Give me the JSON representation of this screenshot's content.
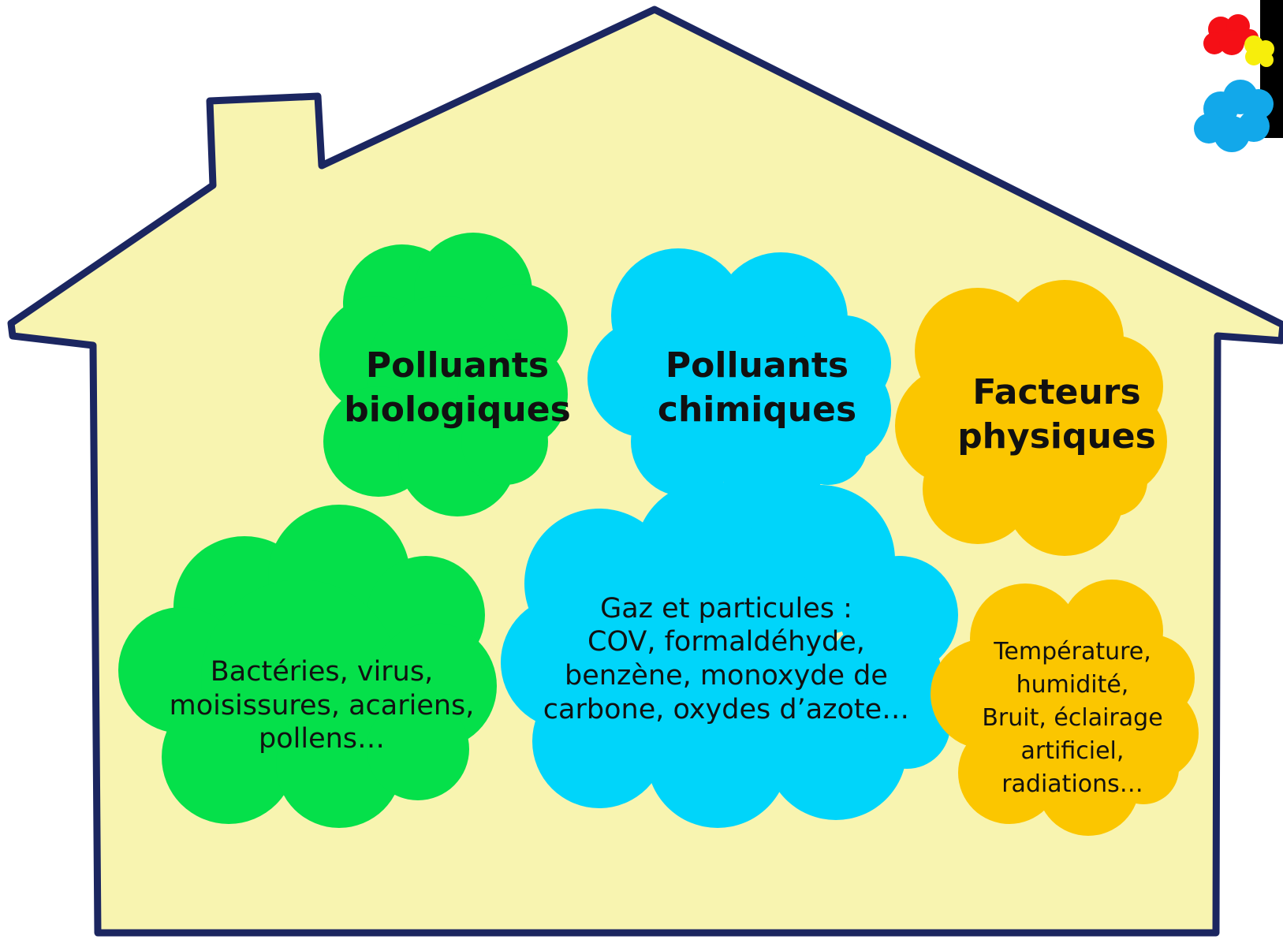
{
  "colors": {
    "house_fill": "#f8f4b0",
    "house_outline": "#1b2660",
    "biological": "#05e04a",
    "chemical": "#00d5fa",
    "physical": "#fbc600",
    "logo_red": "#f50f16",
    "logo_yellow": "#f7ee0b",
    "logo_blue": "#12a8ea",
    "corner_bar": "#000000"
  },
  "categories": {
    "biological": {
      "title_line1": "Polluants",
      "title_line2": "biologiques",
      "examples_line1": "Bactéries, virus,",
      "examples_line2": "moisissures, acariens,",
      "examples_line3": "pollens…"
    },
    "chemical": {
      "title_line1": "Polluants",
      "title_line2": "chimiques",
      "examples_line1": "Gaz et particules :",
      "examples_line2": "COV, formaldéhyde,",
      "examples_line3": "benzène, monoxyde de",
      "examples_line4": "carbone, oxydes d’azote…"
    },
    "physical": {
      "title_line1": "Facteurs",
      "title_line2": "physiques",
      "examples_line1": "Température,",
      "examples_line2": "humidité,",
      "examples_line3": "Bruit, éclairage",
      "examples_line4": "artificiel,",
      "examples_line5": "radiations…"
    }
  },
  "icons": {
    "logo": "three-color-clouds-logo",
    "corner": "black-corner-bar"
  }
}
